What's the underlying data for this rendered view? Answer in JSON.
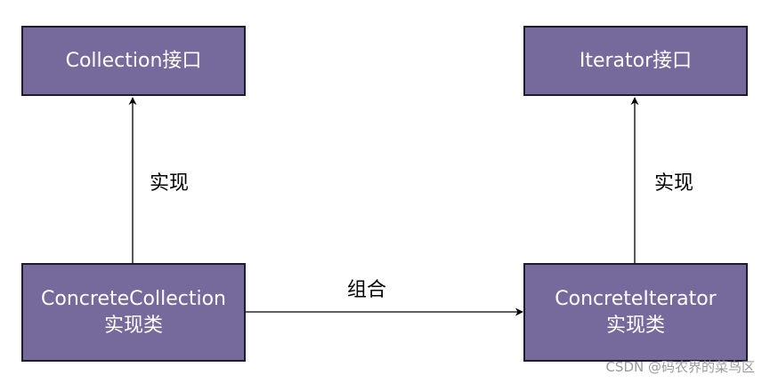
{
  "diagram": {
    "nodes": {
      "collection_interface": {
        "line1": "Collection接口"
      },
      "iterator_interface": {
        "line1": "Iterator接口"
      },
      "concrete_collection": {
        "line1": "ConcreteCollection",
        "line2": "实现类"
      },
      "concrete_iterator": {
        "line1": "ConcreteIterator",
        "line2": "实现类"
      }
    },
    "edges": {
      "implement_left": "实现",
      "implement_right": "实现",
      "compose": "组合"
    },
    "colors": {
      "node_fill": "#76699c",
      "node_border": "#1f1a2e",
      "node_text": "#ffffff",
      "edge": "#000000"
    }
  },
  "watermark": "CSDN @码农界的菜鸟区"
}
